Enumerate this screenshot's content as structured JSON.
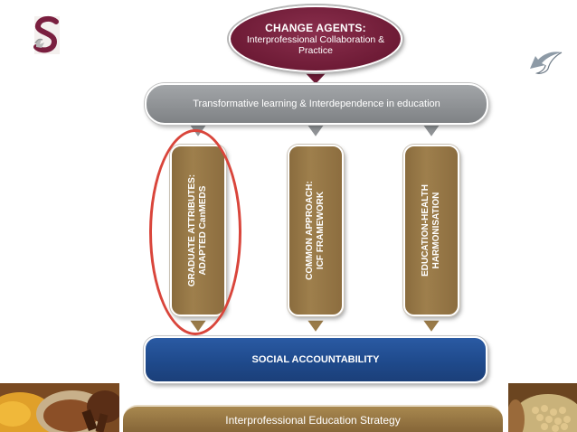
{
  "diagram": {
    "change_agents": {
      "title": "CHANGE AGENTS:",
      "subtitle": "Interprofessional Collaboration & Practice"
    },
    "transformative_bar": "Transformative learning & Interdependence in education",
    "pillars": [
      {
        "line1": "GRADUATE ATTRIBUTES:",
        "line2": "ADAPTED CanMEDS"
      },
      {
        "line1": "COMMON APPROACH:",
        "line2": "ICF FRAMEWORK"
      },
      {
        "line1": "EDUCATION-HEALTH",
        "line2": "HARMONISATION"
      }
    ],
    "social_bar": "SOCIAL ACCOUNTABILITY",
    "strategy_band": "Interprofessional Education Strategy"
  },
  "colors": {
    "oval": "#6e1b36",
    "grey_bar": "#8f9295",
    "pillar": "#9a7b49",
    "blue_bar": "#1f4a8c",
    "highlight_ellipse": "#d9453b",
    "logo": "#7a1f3f"
  },
  "icons": {
    "logo": "university-crest-logo-icon",
    "back": "back-arrow-icon"
  }
}
